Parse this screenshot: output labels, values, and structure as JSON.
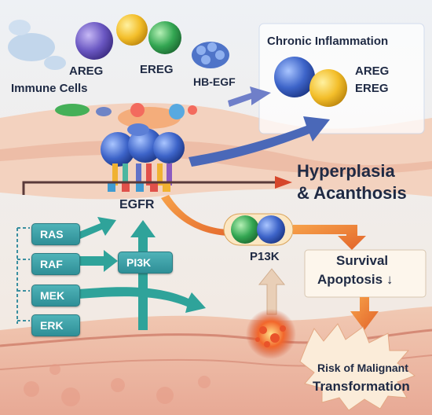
{
  "labels": {
    "areg_top": "AREG",
    "ereg_top": "EREG",
    "immune_cells": "Immune Cells",
    "hb_egf": "HB-EGF",
    "chronic_inflammation": "Chronic Inflammation",
    "areg_right": "AREG",
    "ereg_right": "EREG",
    "hyperplasia_line1": "Hyperplasia",
    "hyperplasia_line2": "& Acanthosis",
    "egfr": "EGFR",
    "p13k_right": "P13K",
    "survival": "Survival",
    "apoptosis": "Apoptosis",
    "apoptosis_arrow": "↓",
    "risk_line1": "Risk of Malignant",
    "risk_line2": "Transformation"
  },
  "cascade": {
    "items": [
      "RAS",
      "RAF",
      "MEK",
      "ERK"
    ],
    "pi3k_label": "PI3K"
  },
  "colors": {
    "teal": "#3aa3a9",
    "orange": "#f0873a",
    "navy": "#1f2a44",
    "blue_arrow": "#4a68b8"
  }
}
